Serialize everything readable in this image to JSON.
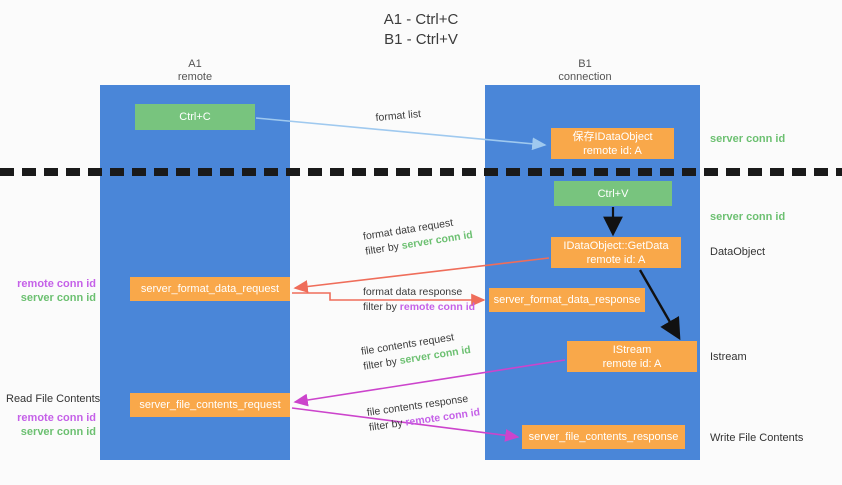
{
  "title": {
    "line1": "A1 - Ctrl+C",
    "line2": "B1 - Ctrl+V"
  },
  "lanes": [
    {
      "id": "a1",
      "name": "A1",
      "sub": "remote",
      "color": "#4a86d8"
    },
    {
      "id": "b1",
      "name": "B1",
      "sub": "connection",
      "color": "#4a86d8"
    }
  ],
  "nodes": {
    "ctrl_c": {
      "line1": "Ctrl+C",
      "line2": "",
      "color": "#78c47e"
    },
    "save_ido": {
      "line1": "保存IDataObject",
      "line2": "remote id: A",
      "color": "#f9a84a"
    },
    "ctrl_v": {
      "line1": "Ctrl+V",
      "line2": "",
      "color": "#78c47e"
    },
    "getdata": {
      "line1": "IDataObject::GetData",
      "line2": "remote id: A",
      "color": "#f9a84a"
    },
    "fmt_req": {
      "line1": "server_format_data_request",
      "line2": "",
      "color": "#f9a84a"
    },
    "fmt_resp": {
      "line1": "server_format_data_response",
      "line2": "",
      "color": "#f9a84a"
    },
    "istream": {
      "line1": "IStream",
      "line2": "remote id: A",
      "color": "#f9a84a"
    },
    "file_req": {
      "line1": "server_file_contents_request",
      "line2": "",
      "color": "#f9a84a"
    },
    "file_resp": {
      "line1": "server_file_contents_response",
      "line2": "",
      "color": "#f9a84a"
    }
  },
  "edge_labels": {
    "format_list": {
      "line1": "format list",
      "filter_prefix": "",
      "filter_value": ""
    },
    "fmt_request": {
      "line1": "format data request",
      "filter_prefix": "filter by ",
      "filter_value": "server conn id",
      "filter_color": "#6cc071"
    },
    "fmt_response": {
      "line1": "format data response",
      "filter_prefix": "filter by ",
      "filter_value": "remote conn id",
      "filter_color": "#c561e8"
    },
    "file_request": {
      "line1": "file contents request",
      "filter_prefix": "filter by ",
      "filter_value": "server conn id",
      "filter_color": "#6cc071"
    },
    "file_response": {
      "line1": "file contents response",
      "filter_prefix": "filter by ",
      "filter_value": "remote conn id",
      "filter_color": "#c561e8"
    }
  },
  "side_labels": {
    "server_conn_1": "server conn id",
    "server_conn_2": "server conn id",
    "dataobject": "DataObject",
    "istream": "Istream",
    "write_file_contents": "Write File Contents",
    "read_file_contents": "Read File Contents",
    "remote_conn_id": "remote conn id",
    "server_conn_id": "server conn id"
  },
  "colors": {
    "lane": "#4a86d8",
    "orange": "#f9a84a",
    "green_node": "#78c47e",
    "green_text": "#6cc071",
    "purple_text": "#c561e8",
    "arrow_blue": "#9fc9ef",
    "arrow_red": "#ef6d5a",
    "arrow_magenta": "#cc44cc",
    "arrow_black": "#111111",
    "background": "#fbfbfb"
  }
}
